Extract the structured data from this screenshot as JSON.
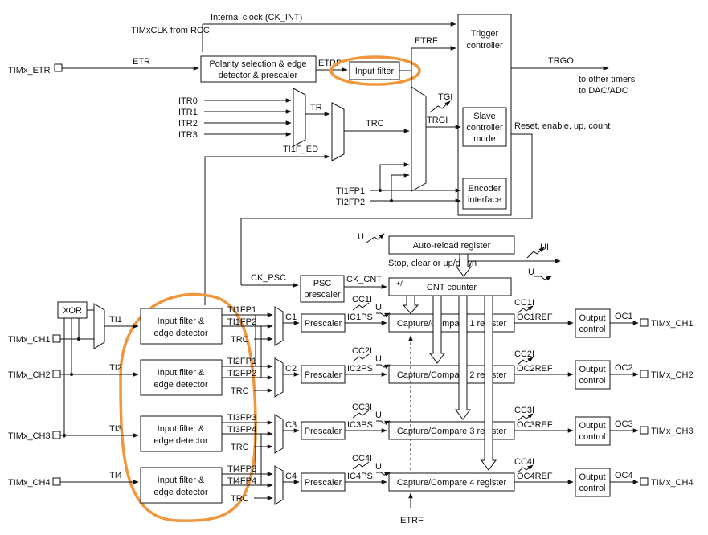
{
  "colors": {
    "highlight": "#f0963c",
    "line": "#111111"
  },
  "clocks": {
    "internal": "Internal clock (CK_INT)",
    "timxclk": "TIMxCLK from RCC"
  },
  "etr": {
    "pin": "TIMx_ETR",
    "signal": "ETR",
    "polarity_line1": "Polarity selection & edge",
    "polarity_line2": "detector & prescaler",
    "etrp": "ETRP",
    "input_filter": "Input filter",
    "etrf": "ETRF",
    "etrf_bottom": "ETRF"
  },
  "trigger": {
    "controller_line1": "Trigger",
    "controller_line2": "controller",
    "trgo": "TRGO",
    "to_timers": "to other timers",
    "to_dac": "to DAC/ADC",
    "tgi": "TGI",
    "trgi": "TRGI",
    "slave_line1": "Slave",
    "slave_line2": "controller",
    "slave_line3": "mode",
    "reset": "Reset, enable, up, count",
    "encoder_line1": "Encoder",
    "encoder_line2": "interface"
  },
  "itr": {
    "inputs": [
      "ITR0",
      "ITR1",
      "ITR2",
      "ITR3"
    ],
    "itr": "ITR",
    "trc": "TRC",
    "ti1f_ed": "TI1F_ED",
    "ti1fp1": "TI1FP1",
    "ti2fp2": "TI2FP2"
  },
  "counter": {
    "u_in": "U",
    "autoreload": "Auto-reload register",
    "stop": "Stop, clear or up/down",
    "ui": "UI",
    "u_out": "U",
    "ck_psc": "CK_PSC",
    "psc_line1": "PSC",
    "psc_line2": "prescaler",
    "ck_cnt": "CK_CNT",
    "pm": "+/-",
    "cnt": "CNT counter"
  },
  "xor": "XOR",
  "channels": [
    {
      "pin_in": "TIMx_CH1",
      "ti": "TI1",
      "filter_line1": "Input filter &",
      "filter_line2": "edge detector",
      "fpa": "TI1FP1",
      "fpb": "TI1FP2",
      "trc": "TRC",
      "ic": "IC1",
      "prescaler": "Prescaler",
      "icps": "IC1PS",
      "cci": "CC1I",
      "u": "U",
      "register": "Capture/Compare 1 register",
      "cci_out": "CC1I",
      "ocref": "OC1REF",
      "output_line1": "Output",
      "output_line2": "control",
      "oc": "OC1",
      "pin_out": "TIMx_CH1"
    },
    {
      "pin_in": "TIMx_CH2",
      "ti": "TI2",
      "filter_line1": "Input filter &",
      "filter_line2": "edge detector",
      "fpa": "TI2FP1",
      "fpb": "TI2FP2",
      "trc": "TRC",
      "ic": "IC2",
      "prescaler": "Prescaler",
      "icps": "IC2PS",
      "cci": "CC2I",
      "u": "U",
      "register": "Capture/Compare 2 register",
      "cci_out": "CC2I",
      "ocref": "OC2REF",
      "output_line1": "Output",
      "output_line2": "control",
      "oc": "OC2",
      "pin_out": "TIMx_CH2"
    },
    {
      "pin_in": "TIMx_CH3",
      "ti": "TI3",
      "filter_line1": "Input filter &",
      "filter_line2": "edge detector",
      "fpa": "TI3FP3",
      "fpb": "TI3FP4",
      "trc": "TRC",
      "ic": "IC3",
      "prescaler": "Prescaler",
      "icps": "IC3PS",
      "cci": "CC3I",
      "u": "U",
      "register": "Capture/Compare 3 register",
      "cci_out": "CC3I",
      "ocref": "OC3REF",
      "output_line1": "Output",
      "output_line2": "control",
      "oc": "OC3",
      "pin_out": "TIMx_CH3"
    },
    {
      "pin_in": "TIMx_CH4",
      "ti": "TI4",
      "filter_line1": "Input filter &",
      "filter_line2": "edge detector",
      "fpa": "TI4FP3",
      "fpb": "TI4FP4",
      "trc": "TRC",
      "ic": "IC4",
      "prescaler": "Prescaler",
      "icps": "IC4PS",
      "cci": "CC4I",
      "u": "U",
      "register": "Capture/Compare 4 register",
      "cci_out": "CC4I",
      "ocref": "OC4REF",
      "output_line1": "Output",
      "output_line2": "control",
      "oc": "OC4",
      "pin_out": "TIMx_CH4"
    }
  ]
}
